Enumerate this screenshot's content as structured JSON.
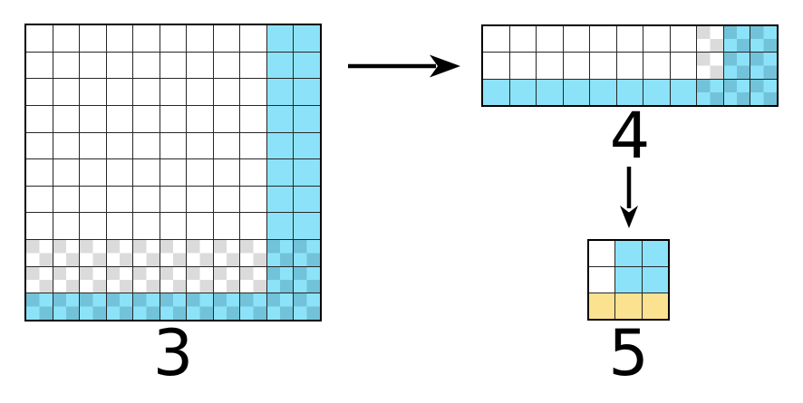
{
  "colors": {
    "background": "#ffffff",
    "white": "#ffffff",
    "cyan": "#8ce3f9",
    "cyan_shade": "#72c3da",
    "gray_shade": "#dbdbdb",
    "yellow": "#fbe290",
    "grid_line": "#262626",
    "grid_border": "#000000",
    "arrow": "#000000",
    "label": "#000000"
  },
  "cell_legend": {
    "w": "white",
    "c": "cyan-solid",
    "g": "gray-checkered",
    "C": "cyan-checkered",
    "y": "yellow"
  },
  "grids": [
    {
      "id": "grid-3",
      "label": "3",
      "cols": 11,
      "rows": 11,
      "cells": [
        "wwwwwwwwwcc",
        "wwwwwwwwwcc",
        "wwwwwwwwwcc",
        "wwwwwwwwwcc",
        "wwwwwwwwwcc",
        "wwwwwwwwwcc",
        "wwwwwwwwwcc",
        "wwwwwwwwwcc",
        "gggggggggCC",
        "gggggggggCC",
        "CCCCCCCCCCC"
      ]
    },
    {
      "id": "grid-4",
      "label": "4",
      "cols": 11,
      "rows": 3,
      "cells": [
        "wwwwwwwwgCC",
        "wwwwwwwwgCC",
        "ccccccccCCC"
      ]
    },
    {
      "id": "grid-5",
      "label": "5",
      "cols": 3,
      "rows": 3,
      "cells": [
        "wcc",
        "wcc",
        "yyy"
      ]
    }
  ],
  "arrows": [
    {
      "id": "arrow-right",
      "direction": "right",
      "from": "grid-3",
      "to": "grid-4"
    },
    {
      "id": "arrow-down",
      "direction": "down",
      "from": "grid-4",
      "to": "grid-5"
    }
  ]
}
